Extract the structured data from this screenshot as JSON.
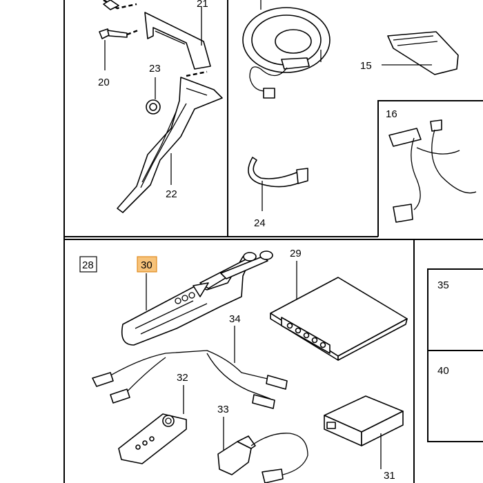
{
  "diagram": {
    "callouts": {
      "c15": "15",
      "c16": "16",
      "c20": "20",
      "c21": "21",
      "c22": "22",
      "c23": "23",
      "c24": "24",
      "c28": "28",
      "c29": "29",
      "c30": "30",
      "c31": "31",
      "c32": "32",
      "c33": "33",
      "c34": "34",
      "c35": "35",
      "c40": "40"
    },
    "highlighted": "30",
    "highlight_color": "#f7c37a"
  }
}
